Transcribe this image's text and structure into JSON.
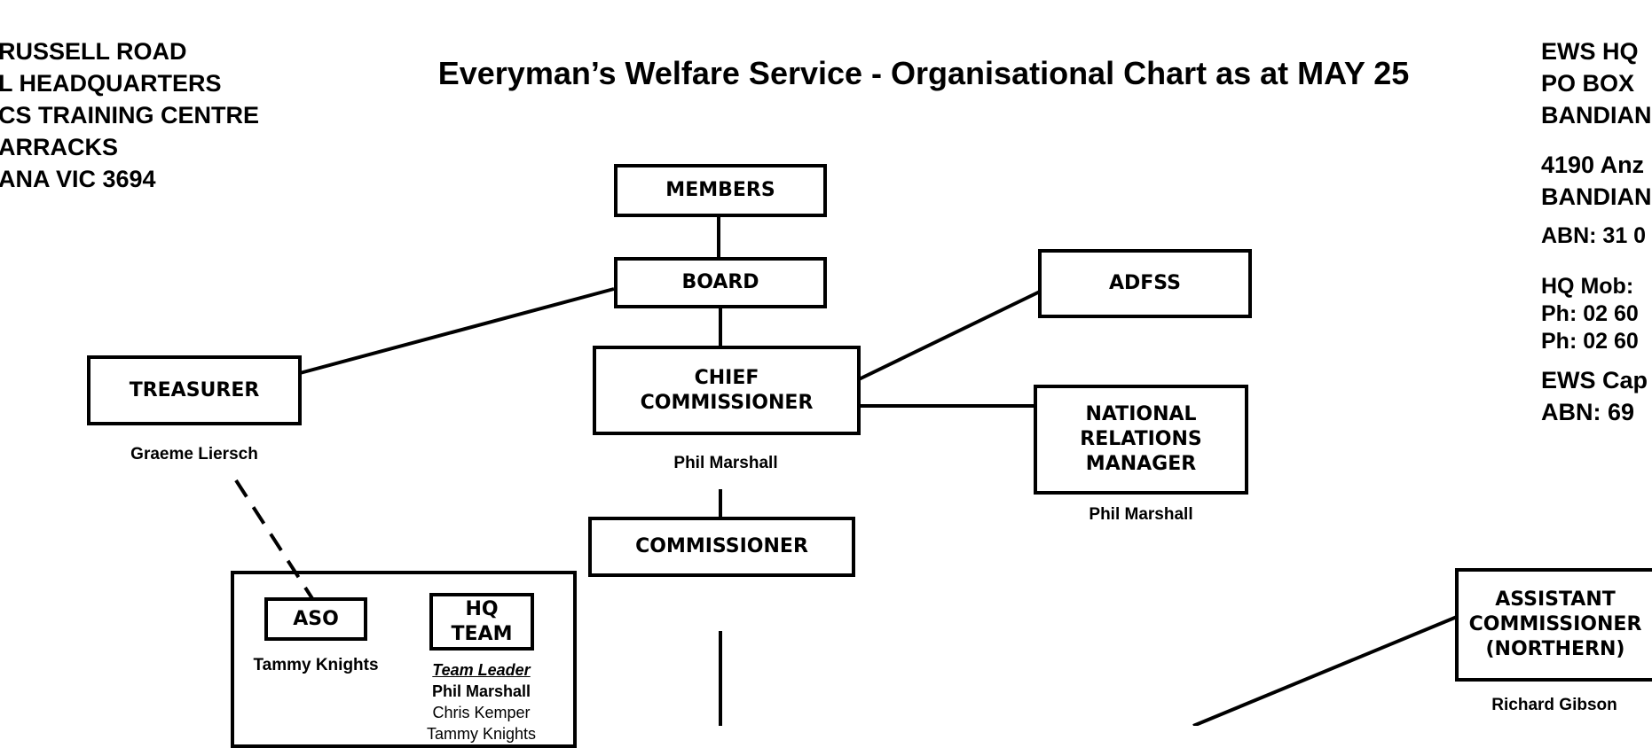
{
  "title": "Everyman’s Welfare Service - Organisational Chart as at MAY 25",
  "address_left": [
    "RUSSELL ROAD",
    "L HEADQUARTERS",
    "CS TRAINING CENTRE",
    "ARRACKS",
    "ANA VIC 3694"
  ],
  "address_right": {
    "lines_a": [
      "EWS HQ",
      "PO BOX",
      "BANDIAN"
    ],
    "lines_b": [
      "4190 Anz",
      "BANDIAN"
    ],
    "abn": "ABN: 31 0",
    "contact": [
      "HQ Mob:",
      "Ph: 02 60",
      "Ph: 02 60"
    ],
    "cap": [
      "EWS Cap",
      "ABN: 69"
    ]
  },
  "boxes": {
    "members": "MEMBERS",
    "board": "BOARD",
    "adfss": "ADFSS",
    "treasurer": "TREASURER",
    "chief_commissioner": [
      "CHIEF",
      "COMMISSIONER"
    ],
    "national_relations": [
      "NATIONAL",
      "RELATIONS",
      "MANAGER"
    ],
    "commissioner": "COMMISSIONER",
    "aso": "ASO",
    "hq_team": [
      "HQ",
      "TEAM"
    ],
    "assistant_commissioner": [
      "ASSISTANT",
      "COMMISSIONER",
      "(NORTHERN)"
    ]
  },
  "names": {
    "treasurer": "Graeme Liersch",
    "chief_commissioner": "Phil Marshall",
    "national_relations": "Phil Marshall",
    "aso": "Tammy Knights",
    "assistant_commissioner": "Richard Gibson"
  },
  "hq_team": {
    "leader_label": "Team Leader",
    "leader": "Phil Marshall",
    "members": [
      "Chris Kemper",
      "Tammy Knights"
    ]
  }
}
